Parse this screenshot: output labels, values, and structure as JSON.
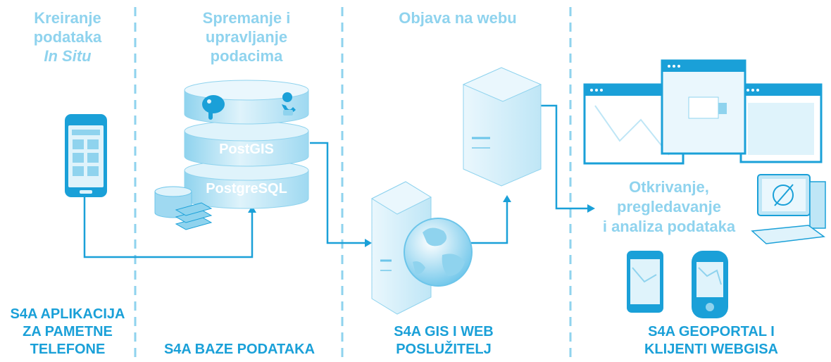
{
  "columns": [
    {
      "header": [
        "Kreiranje",
        "podataka",
        "In Situ"
      ],
      "footer": [
        "S4A APLIKACIJA",
        "ZA PAMETNE",
        "TELEFONE"
      ]
    },
    {
      "header": [
        "Spremanje i",
        "upravljanje",
        "podacima"
      ],
      "footer": [
        "S4A BAZE PODATAKA"
      ]
    },
    {
      "header": [
        "Objava na webu"
      ],
      "footer": [
        "S4A GIS I WEB",
        "POSLUŽITELJ"
      ]
    },
    {
      "header": [],
      "footer": [
        "S4A GEOPORTAL I",
        "KLIJENTI WEBGISA"
      ]
    }
  ],
  "database": {
    "layer_postgis": "PostGIS",
    "layer_postgresql": "PostgreSQL"
  },
  "clients_label": [
    "Otkrivanje,",
    "pregledavanje",
    "i analiza podataka"
  ],
  "colors": {
    "primary": "#1aa0d8",
    "light": "#8fd3ee",
    "pale": "#dff3fb",
    "mid": "#bfe6f6"
  },
  "icons": [
    "smartphone-icon",
    "database-icon",
    "elephant-icon",
    "server-icon",
    "globe-icon",
    "browser-window-icon",
    "desktop-computer-icon",
    "gps-device-icon"
  ]
}
